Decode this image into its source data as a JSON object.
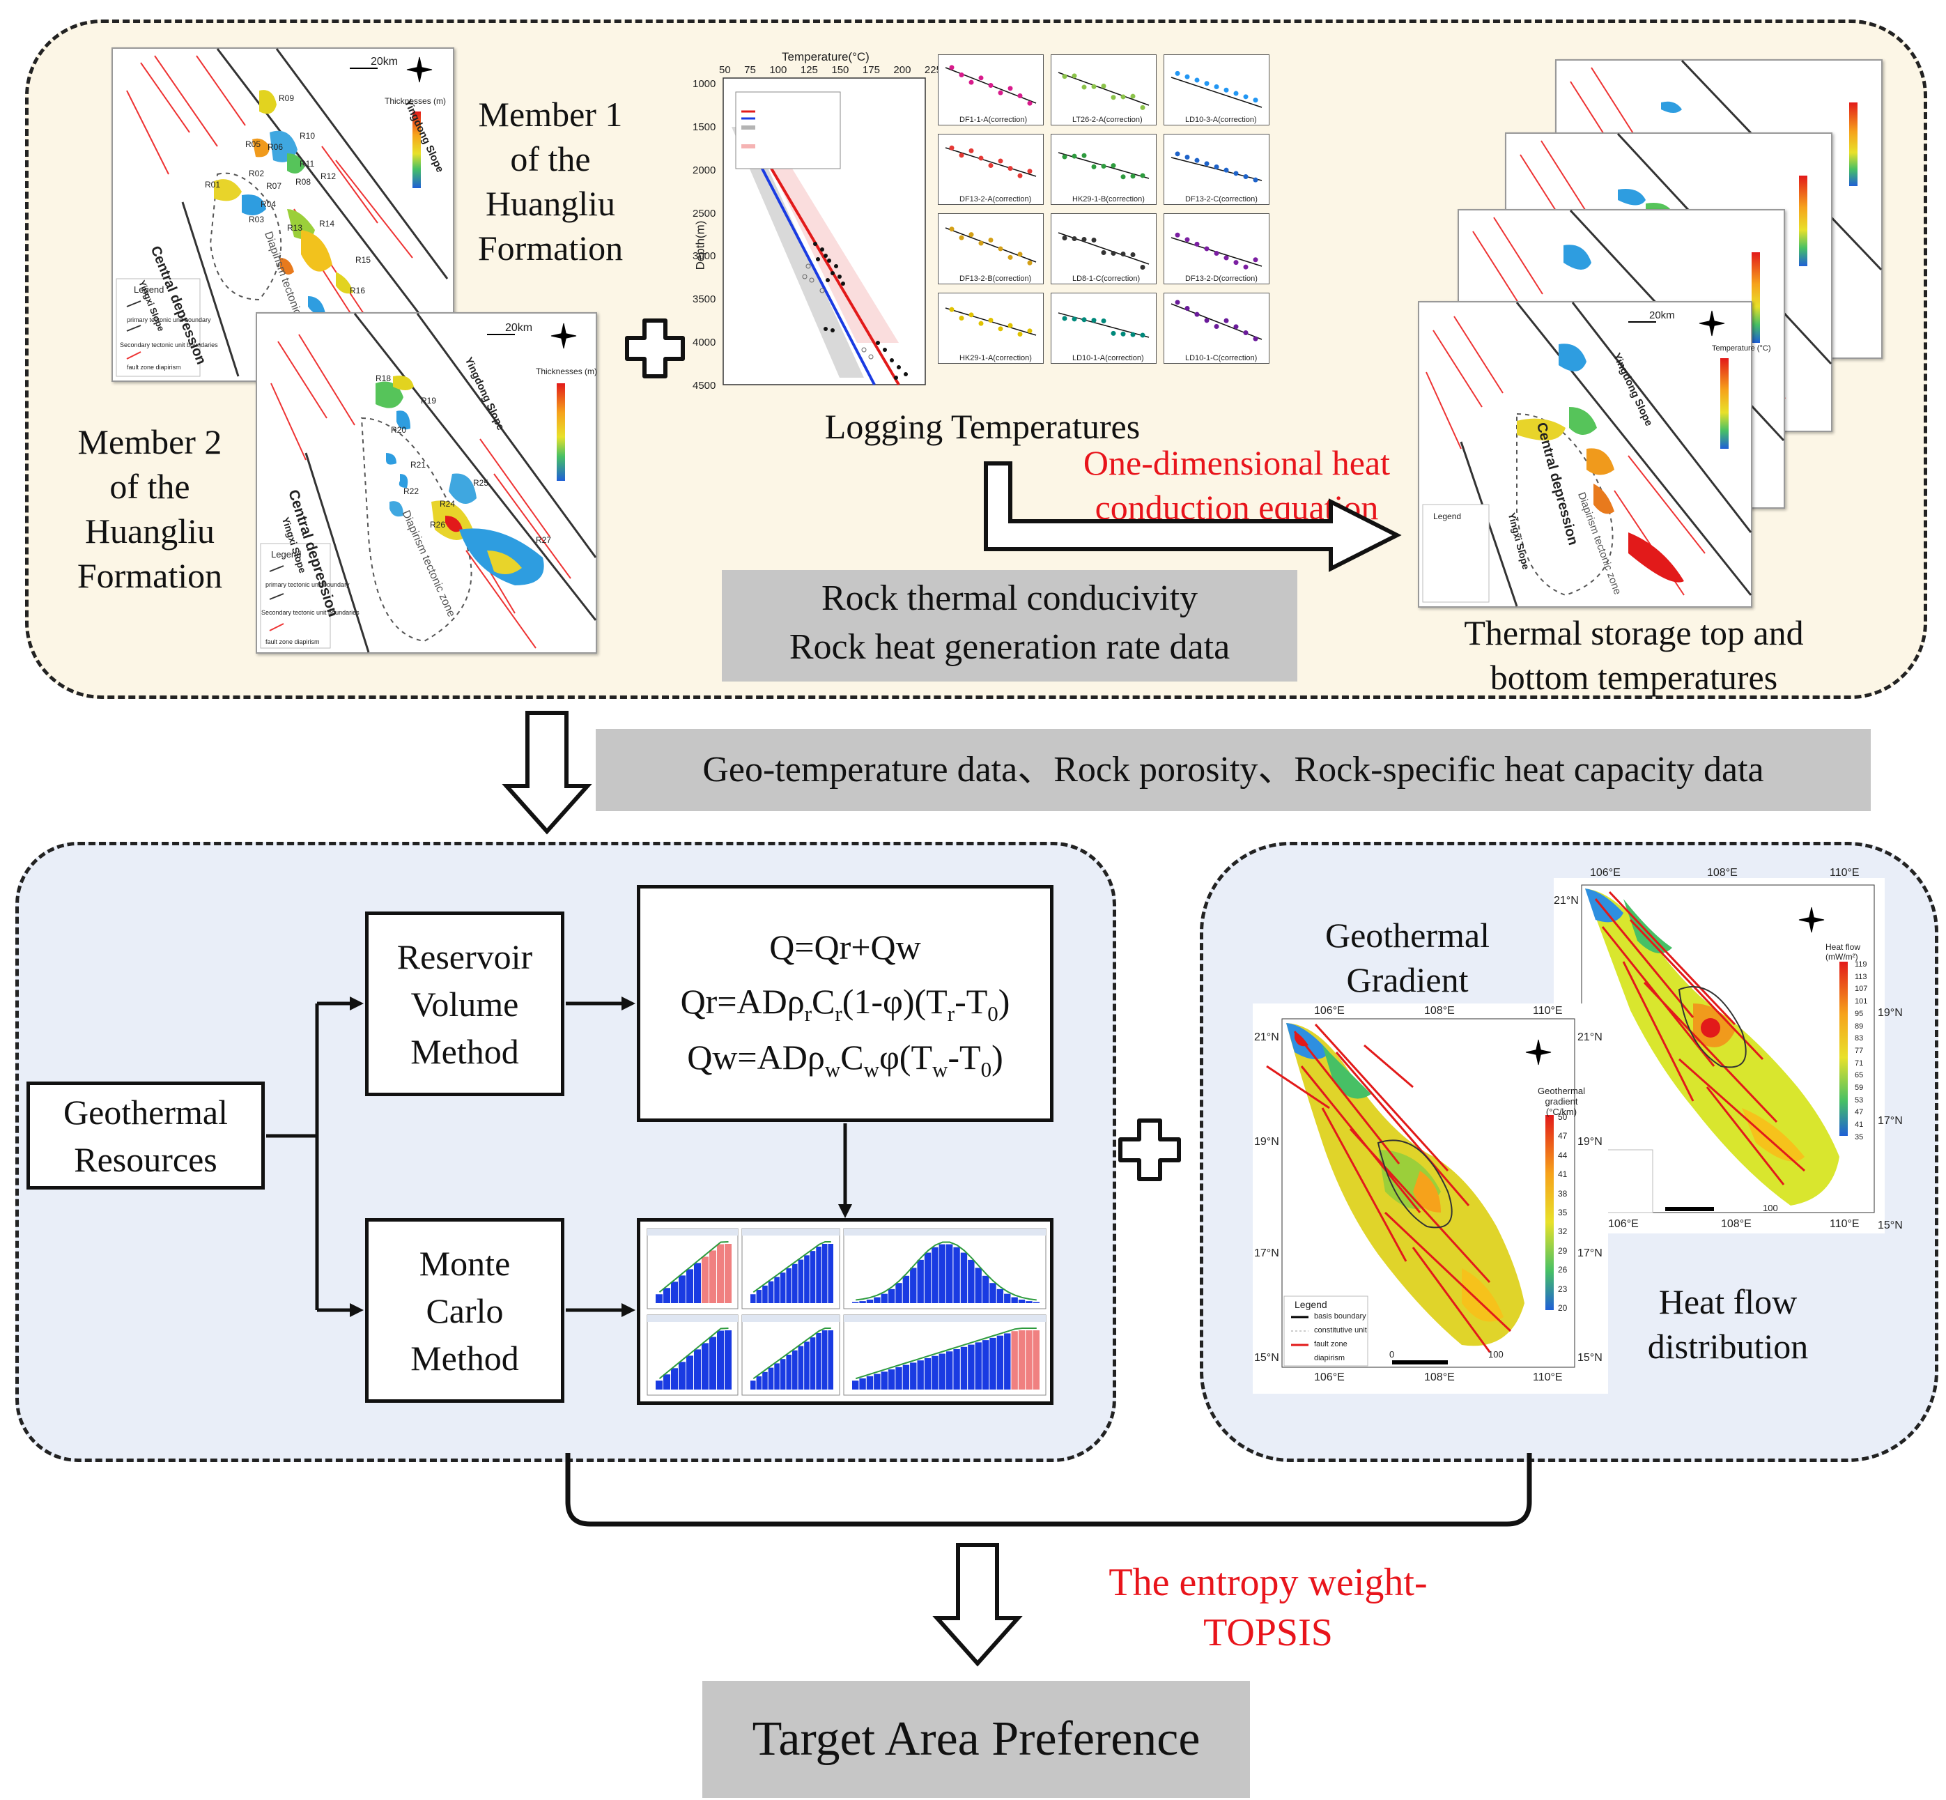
{
  "top_panel": {
    "member1_label": "Member 1\nof the\nHuangliu\nFormation",
    "member2_label": "Member 2\nof the\nHuangliu\nFormation",
    "logging_label": "Logging Temperatures",
    "heat_equation_label": "One-dimensional heat\nconduction equation",
    "rock_data_label": "Rock thermal conducivity\nRock heat generation rate data",
    "thermal_storage_label": "Thermal storage top and\nbottom temperatures"
  },
  "middle_bar": {
    "label": "Geo-temperature data、Rock porosity、Rock-specific heat capacity data"
  },
  "left_panel": {
    "geothermal_resources": "Geothermal\nResources",
    "reservoir_method": "Reservoir\nVolume\nMethod",
    "monte_carlo_method": "Monte\nCarlo\nMethod",
    "eq1": "Q=Qr+Qw",
    "eq2_parts": [
      "Qr=ADρ",
      "r",
      "C",
      "r",
      "(1-φ)(T",
      "r",
      "-T",
      "0",
      ")"
    ],
    "eq3_parts": [
      "Qw=ADρ",
      "w",
      "C",
      "w",
      "φ(T",
      "w",
      "-T",
      "0",
      ")"
    ]
  },
  "right_panel": {
    "gradient_label": "Geothermal\nGradient",
    "heatflow_label": "Heat flow\ndistribution"
  },
  "bottom": {
    "method_label": "The entropy weight-\nTOPSIS",
    "target_label": "Target Area Preference"
  },
  "map_text": {
    "central_depression": "Central depression",
    "yingdong_slope": "Yingdong Slope",
    "yingxi_slope": "Yingxi Slope",
    "diapirism_zone": "Diapirism tectonic zone",
    "scale": "20km",
    "thickness_title": "Thicknesses (m)",
    "temperature_title": "Temperature (°C)",
    "legend": "Legend",
    "legend_items": [
      "primary tectonic unit boundary",
      "Secondary tectonic unit boundaries",
      "fault zone  diapirism"
    ],
    "reservoirs_m1": [
      "R09",
      "R10",
      "R05",
      "R06",
      "R11",
      "R12",
      "R01",
      "R02",
      "R07",
      "R08",
      "R04",
      "R03",
      "R13",
      "R14",
      "R15",
      "R16"
    ],
    "reservoirs_m2": [
      "R18",
      "R19",
      "R20",
      "R21",
      "R22",
      "R25",
      "R24",
      "R26",
      "R27"
    ],
    "lon_ticks": [
      "106°E",
      "108°E",
      "110°E"
    ],
    "lat_ticks": [
      "21°N",
      "19°N",
      "17°N",
      "15°N"
    ],
    "gradient_colorbar_title": "Geothermal gradient (°C/km)",
    "heatflow_colorbar_title": "Heat flow (mW/m²)",
    "gradient_ticks": [
      "50",
      "47",
      "44",
      "41",
      "38",
      "35",
      "32",
      "29",
      "26",
      "23",
      "20"
    ],
    "heatflow_ticks": [
      "119",
      "113",
      "107",
      "101",
      "95",
      "89",
      "83",
      "77",
      "71",
      "65",
      "59",
      "53",
      "47",
      "41",
      "35"
    ],
    "scale_100": "100",
    "scale_0": "0",
    "legend_map_items": [
      "basis boundary",
      "constitutive unit",
      "fault zone",
      "diapirism"
    ]
  },
  "logging_chart": {
    "xlabel": "Temperature(°C)",
    "ylabel": "Depth(m)",
    "xticks": [
      "50",
      "75",
      "100",
      "125",
      "150",
      "175",
      "200",
      "225"
    ],
    "yticks": [
      "1000",
      "1500",
      "2000",
      "2500",
      "3000",
      "3500",
      "4000",
      "4500"
    ],
    "small_plots": [
      "DF1-1-A(correction)",
      "LT26-2-A(correction)",
      "LD10-3-A(correction)",
      "DF13-2-A(correction)",
      "HK29-1-B(correction)",
      "DF13-2-C(correction)",
      "DF13-2-B(correction)",
      "LD8-1-C(correction)",
      "DF13-2-D(correction)",
      "HK29-1-A(correction)",
      "LD10-1-A(correction)",
      "LD10-1-C(correction)"
    ],
    "small_plot_colors": [
      "#d81b8c",
      "#8bc34a",
      "#2196f3",
      "#e53935",
      "#2e9b3e",
      "#1e63c9",
      "#d4a017",
      "#333333",
      "#7b1fa2",
      "#e0c200",
      "#00897b",
      "#6a1b9a"
    ]
  },
  "colors": {
    "top_panel_bg": "#fcf6e6",
    "lower_panels_bg": "#e9eef8",
    "gray_bar": "#c6c6c6",
    "red_text": "#e8141b"
  }
}
